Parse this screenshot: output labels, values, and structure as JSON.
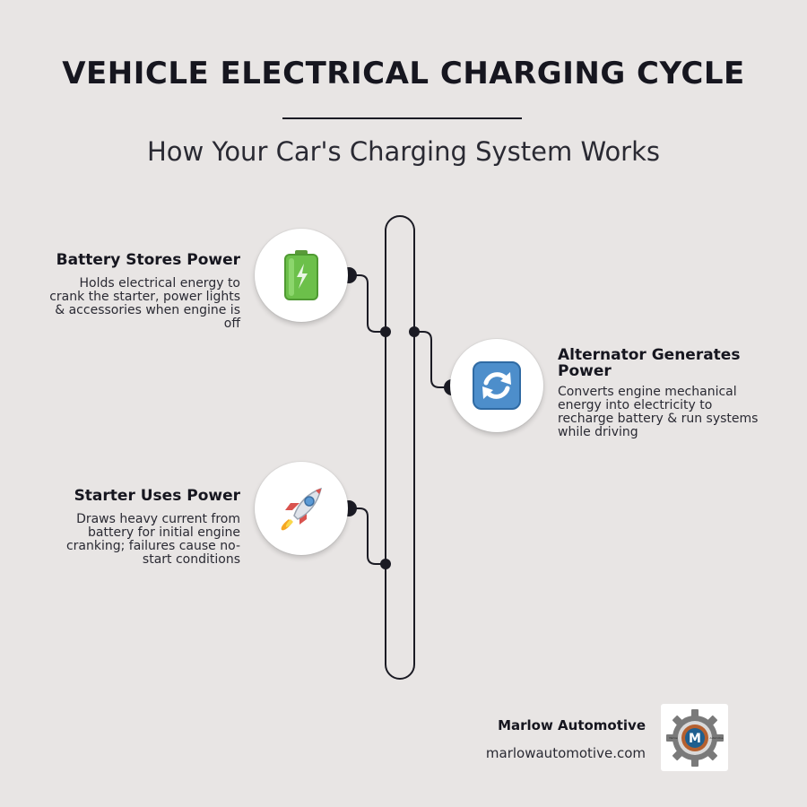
{
  "header": {
    "title": "VEHICLE ELECTRICAL CHARGING CYCLE",
    "subtitle": "How Your Car's Charging System Works"
  },
  "steps": [
    {
      "title": "Battery Stores Power",
      "description": "Holds electrical energy to crank the starter, power lights & accessories when engine is off",
      "icon": "battery-icon"
    },
    {
      "title": "Alternator Generates Power",
      "description": "Converts engine mechanical energy into electricity to recharge battery & run systems while driving",
      "icon": "cycle-arrows-icon"
    },
    {
      "title": "Starter Uses Power",
      "description": "Draws heavy current from battery for initial engine cranking; failures cause no-start conditions",
      "icon": "rocket-icon"
    }
  ],
  "footer": {
    "company": "Marlow Automotive",
    "website": "marlowautomotive.com",
    "logo_letter": "M",
    "logo_left_text": "Marlow",
    "logo_right_text": "Automotive"
  },
  "colors": {
    "background": "#e8e5e4",
    "line": "#1b1b24",
    "battery": "#6cc04a",
    "rocket": "#d9534f",
    "cycle": "#3a7fbf",
    "logo_gear": "#7a7a7a",
    "logo_shield": "#b5602f"
  }
}
